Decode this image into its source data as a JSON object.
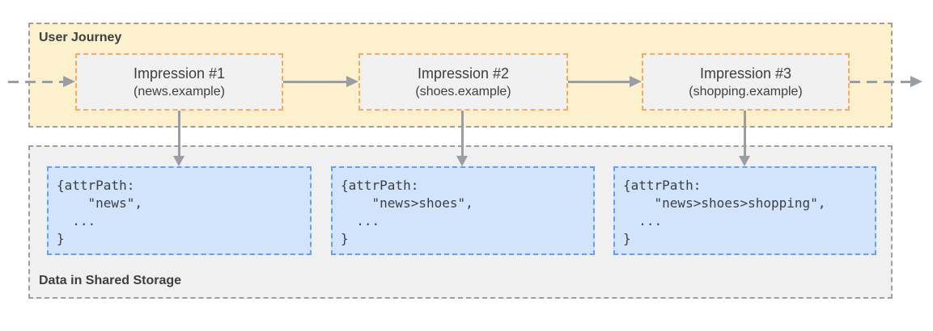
{
  "journey": {
    "title": "User Journey",
    "impressions": [
      {
        "title": "Impression #1",
        "domain": "(news.example)"
      },
      {
        "title": "Impression #2",
        "domain": "(shoes.example)"
      },
      {
        "title": "Impression #3",
        "domain": "(shopping.example)"
      }
    ]
  },
  "storage": {
    "title": "Data in Shared Storage",
    "entries": [
      {
        "code": "{attrPath:\n    \"news\",\n  ...\n}"
      },
      {
        "code": "{attrPath:\n    \"news>shoes\",\n  ...\n}"
      },
      {
        "code": "{attrPath:\n    \"news>shoes>shopping\",\n  ...\n}"
      }
    ]
  },
  "colors": {
    "journey_bg": "#FCF0CD",
    "container_border": "#9E9E9E",
    "impression_bg": "#F1F1F1",
    "impression_border": "#F9AB5C",
    "storage_bg": "#F0F0F0",
    "entry_bg": "#D2E3FC",
    "entry_border": "#669DF6",
    "arrow": "#9A9EA3",
    "text": "#3C4043"
  }
}
